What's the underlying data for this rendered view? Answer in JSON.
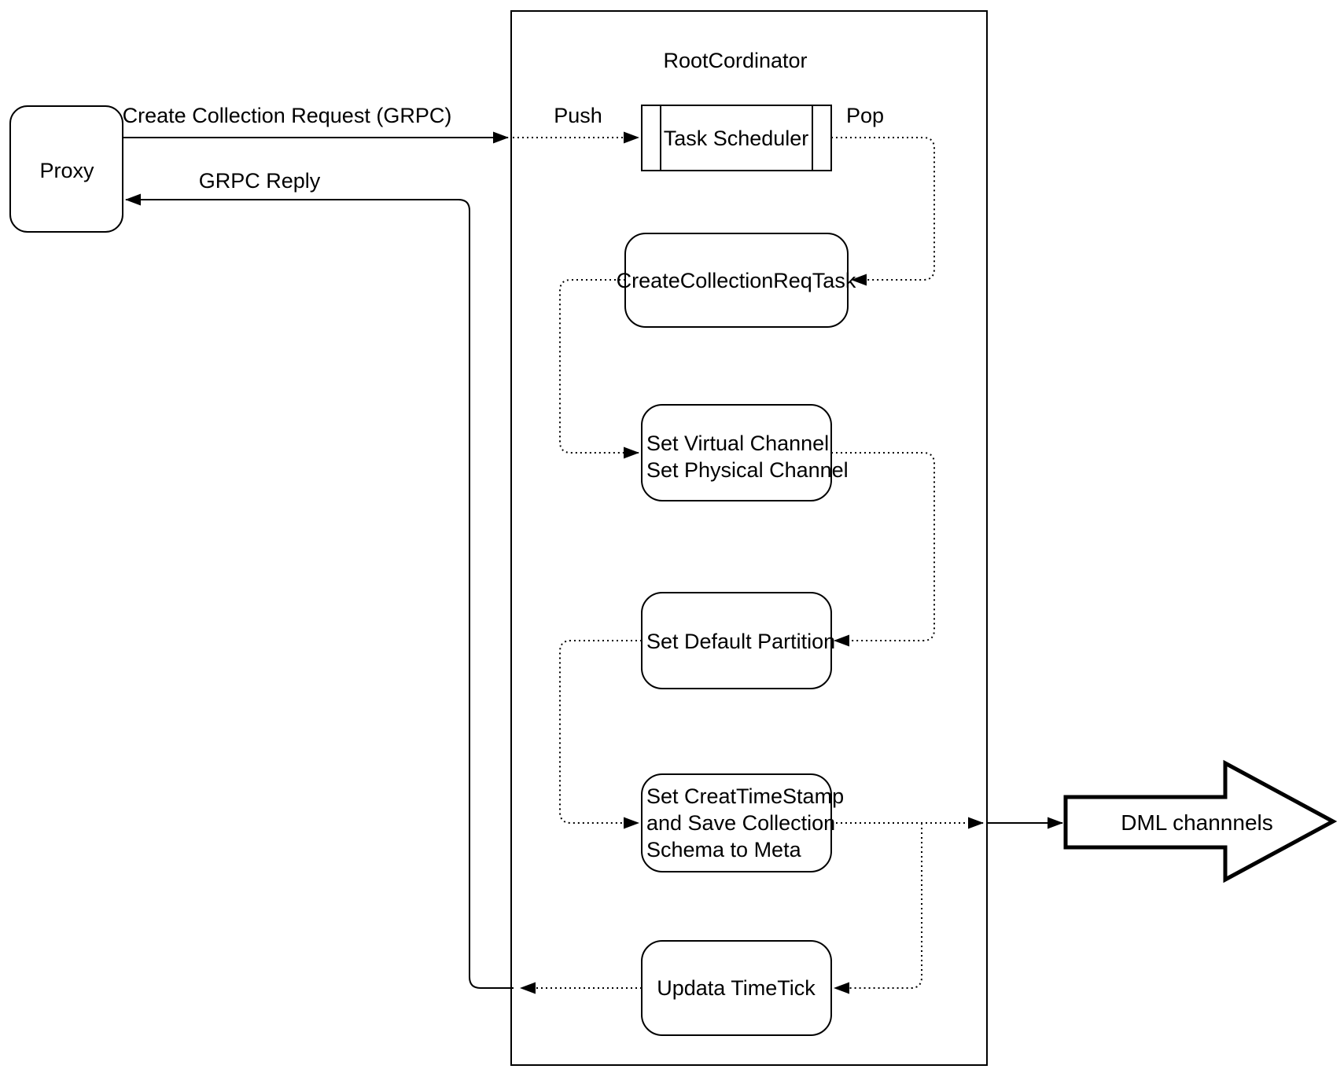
{
  "diagram": {
    "nodes": {
      "proxy": {
        "label": "Proxy"
      },
      "root_coordinator": {
        "title": "RootCordinator"
      },
      "task_scheduler": {
        "label": "Task Scheduler"
      },
      "create_collection_req_task": {
        "label": "CreateCollectionReqTask"
      },
      "set_virtual_channel": {
        "lines": [
          "Set Virtual Channel",
          "Set Physical Channel"
        ]
      },
      "set_default_partition": {
        "label": "Set Default Partition"
      },
      "set_creat_timestamp": {
        "lines": [
          "Set CreatTimeStamp",
          "and Save Collection",
          "Schema to Meta"
        ]
      },
      "updata_timetick": {
        "label": "Updata TimeTick"
      },
      "dml_channels": {
        "label": "DML channnels"
      }
    },
    "edges": {
      "create_collection_request": {
        "label": "Create Collection Request (GRPC)"
      },
      "grpc_reply": {
        "label": "GRPC Reply"
      },
      "push": {
        "label": "Push"
      },
      "pop": {
        "label": "Pop"
      }
    },
    "colors": {
      "stroke": "#000000",
      "background": "#ffffff"
    }
  }
}
